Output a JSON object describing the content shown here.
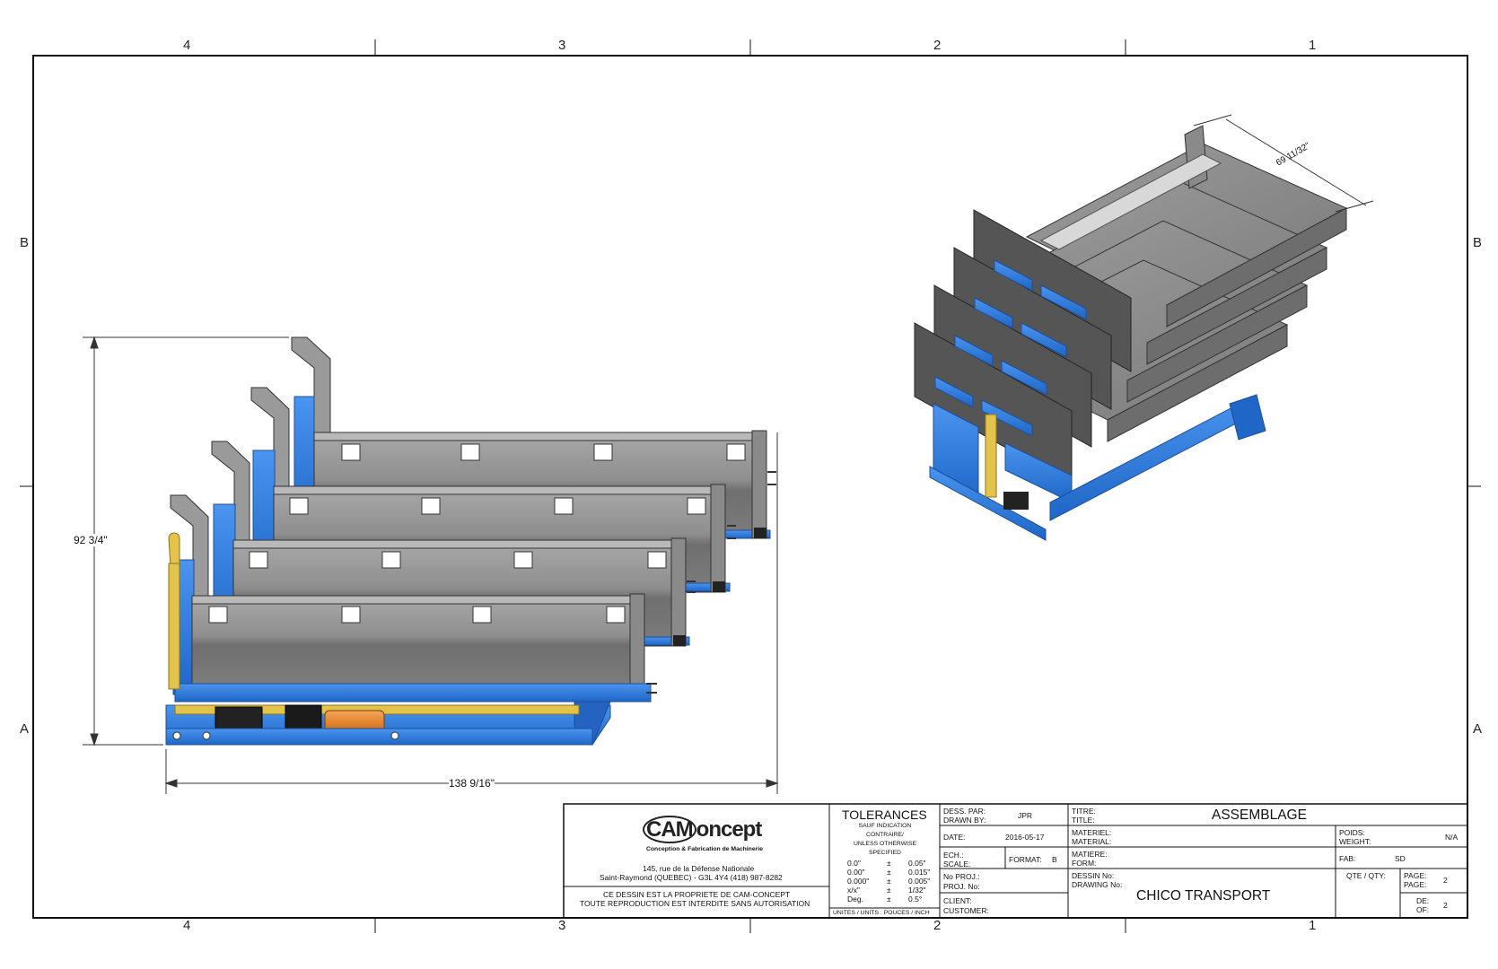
{
  "zones": {
    "columns": [
      "4",
      "3",
      "2",
      "1"
    ],
    "rows": [
      "B",
      "A"
    ]
  },
  "dimensions": {
    "height": "92 3/4\"",
    "length": "138 9/16\"",
    "width": "69 11/32\""
  },
  "company": {
    "logo_cam": "CAM",
    "logo_oncept": "oncept",
    "tagline": "Conception & Fabrication de Machinerie",
    "address1": "145, rue de la Défense Nationale",
    "address2": "Saint-Raymond (QUEBEC) - G3L 4Y4     (418) 987-8282",
    "notice1": "CE DESSIN EST LA PROPRIETE DE CAM-CONCEPT",
    "notice2": "TOUTE REPRODUCTION EST INTERDITE SANS AUTORISATION"
  },
  "tolerances": {
    "title": "TOLERANCES",
    "sub1": "SAUF INDICATION",
    "sub2": "CONTRAIRE/",
    "sub3": "UNLESS OTHERWISE",
    "sub4": "SPECIFIED",
    "rows": [
      {
        "fmt": "0.0\"",
        "pm": "±",
        "val": "0.05\""
      },
      {
        "fmt": "0.00\"",
        "pm": "±",
        "val": "0.015\""
      },
      {
        "fmt": "0.000\"",
        "pm": "±",
        "val": "0.005\""
      },
      {
        "fmt": "x/x\"",
        "pm": "±",
        "val": "1/32\""
      },
      {
        "fmt": "Deg.",
        "pm": "±",
        "val": "0.5°"
      }
    ],
    "units": "UNITES / UNITS : POUCES / INCH"
  },
  "fields": {
    "dess_par_fr": "DESS. PAR:",
    "dess_par_en": "DRAWN BY:",
    "drawn_by": "JPR",
    "date_label": "DATE:",
    "date": "2016-05-17",
    "ech_fr": "ECH.:",
    "ech_en": "SCALE:",
    "format_label": "FORMAT:",
    "format": "B",
    "no_proj_fr": "No PROJ.:",
    "no_proj_en": "PROJ. No:",
    "client_fr": "CLIENT:",
    "client_en": "CUSTOMER:",
    "titre_fr": "TITRE:",
    "titre_en": "TITLE:",
    "title": "ASSEMBLAGE",
    "materiel_fr": "MATERIEL:",
    "materiel_en": "MATERIAL:",
    "matiere_fr": "MATIERE:",
    "matiere_en": "FORM:",
    "dessin_fr": "DESSIN No:",
    "dessin_en": "DRAWING No:",
    "drawing_no": "CHICO TRANSPORT",
    "poids_fr": "POIDS:",
    "poids_en": "WEIGHT:",
    "weight": "N/A",
    "fab_label": "FAB:",
    "fab": "SD",
    "qty_label": "QTE / QTY:",
    "page_fr": "PAGE:",
    "page_en": "PAGE:",
    "page": "2",
    "de_fr": "DE:",
    "de_en": "OF:",
    "of": "2"
  },
  "colors": {
    "frame_blue": "#2f7fe6",
    "box_gray": "#8d8d8d",
    "box_dark": "#5a5a5a",
    "yellow": "#e3c34a",
    "orange": "#e0802b"
  }
}
